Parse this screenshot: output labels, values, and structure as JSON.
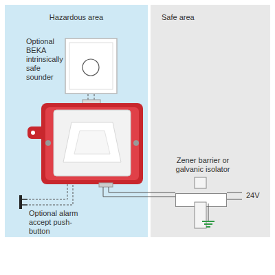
{
  "diagram": {
    "nodes": [
      {
        "text": [
          "Hazardous area"
        ]
      },
      {
        "text": [
          "Safe area"
        ]
      },
      {
        "text": [
          "Zener barrier or galvanic isolator"
        ],
        "in": 1
      }
    ],
    "labels": [
      "Optional BEKA intrinsically safe sounder",
      "Optional alarm accept push-button",
      "24V"
    ]
  }
}
